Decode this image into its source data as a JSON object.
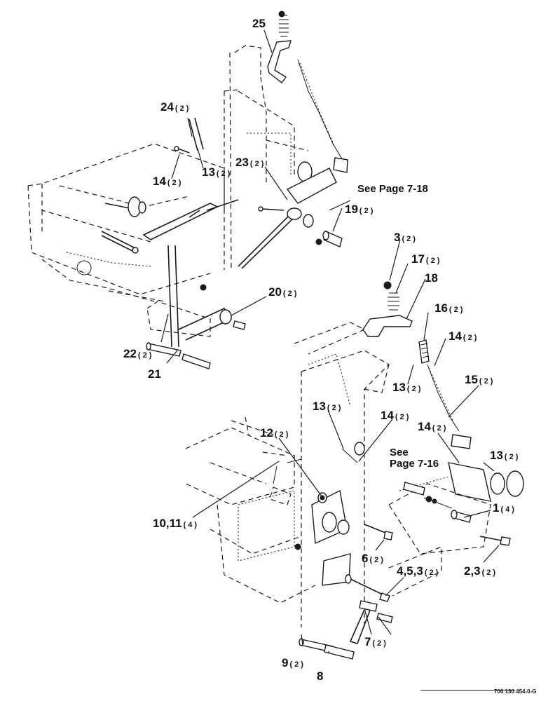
{
  "callouts": {
    "c25": {
      "num": "25",
      "qty": ""
    },
    "c24": {
      "num": "24",
      "qty": "(2)"
    },
    "c13a": {
      "num": "13",
      "qty": "(2)"
    },
    "c14a": {
      "num": "14",
      "qty": "(2)"
    },
    "c23": {
      "num": "23",
      "qty": "(2)"
    },
    "c19": {
      "num": "19",
      "qty": "(2)"
    },
    "c20": {
      "num": "20",
      "qty": "(2)"
    },
    "c22": {
      "num": "22",
      "qty": "(2)"
    },
    "c21": {
      "num": "21",
      "qty": ""
    },
    "c3": {
      "num": "3",
      "qty": "(2)"
    },
    "c17": {
      "num": "17",
      "qty": "(2)"
    },
    "c18": {
      "num": "18",
      "qty": ""
    },
    "c16": {
      "num": "16",
      "qty": "(2)"
    },
    "c14b": {
      "num": "14",
      "qty": "(2)"
    },
    "c13b": {
      "num": "13",
      "qty": "(2)"
    },
    "c15": {
      "num": "15",
      "qty": "(2)"
    },
    "c13c": {
      "num": "13",
      "qty": "(2)"
    },
    "c14c": {
      "num": "14",
      "qty": "(2)"
    },
    "c12": {
      "num": "12",
      "qty": "(2)"
    },
    "c14d": {
      "num": "14",
      "qty": "(2)"
    },
    "c13d": {
      "num": "13",
      "qty": "(2)"
    },
    "c1": {
      "num": "1",
      "qty": "(4)"
    },
    "c10": {
      "num": "10,11",
      "qty": "(4)"
    },
    "c6": {
      "num": "6",
      "qty": "(2)"
    },
    "c2": {
      "num": "2,3",
      "qty": "(2)"
    },
    "c4": {
      "num": "4,5,3",
      "qty": "(2)"
    },
    "c7": {
      "num": "7",
      "qty": "(2)"
    },
    "c9": {
      "num": "9",
      "qty": "(2)"
    },
    "c8": {
      "num": "8",
      "qty": ""
    }
  },
  "notes": {
    "see_718": "See Page 7-18",
    "see_716_line1": "See",
    "see_716_line2": "Page 7-16"
  },
  "part_number": "700 130 454-0-G"
}
